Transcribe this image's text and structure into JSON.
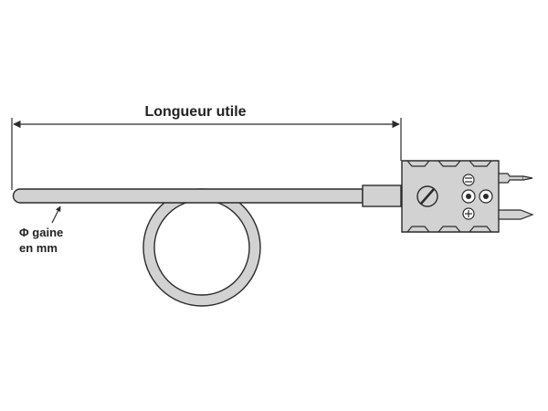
{
  "labels": {
    "length": "Longueur utile",
    "sheath_line1": "Φ gaine",
    "sheath_line2": "en mm"
  },
  "colors": {
    "body_fill": "#d2d2d2",
    "stroke": "#2b2b2b",
    "text": "#222222"
  },
  "icons": {
    "screw": "slotted-screw-icon",
    "plus": "plus-terminal-icon",
    "minus": "minus-terminal-icon"
  }
}
